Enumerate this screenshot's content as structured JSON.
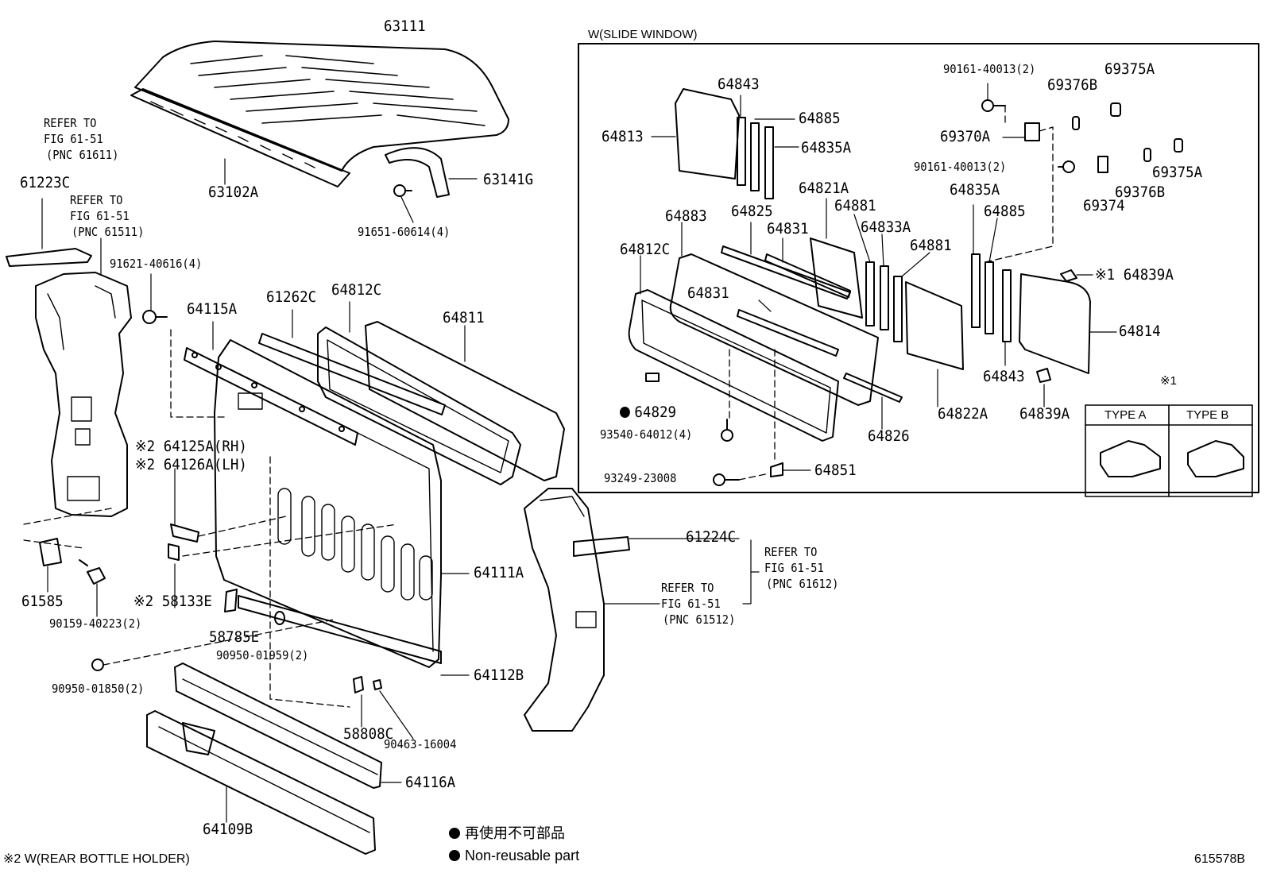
{
  "slide_window_header": "W(SLIDE WINDOW)",
  "type_box": {
    "mark": "※1",
    "type_a": "TYPE A",
    "type_b": "TYPE B"
  },
  "refs": {
    "r1": [
      "REFER TO",
      "FIG 61-51",
      "(PNC 61611)"
    ],
    "r2": [
      "REFER TO",
      "FIG 61-51",
      "(PNC 61511)"
    ],
    "r3": [
      "REFER TO",
      "FIG 61-51",
      "(PNC 61612)"
    ],
    "r4": [
      "REFER TO",
      "FIG 61-51",
      "(PNC 61512)"
    ]
  },
  "labels": {
    "p63111": "63111",
    "p63102A": "63102A",
    "p63141G": "63141G",
    "p91651": "91651-60614(4)",
    "p61223C": "61223C",
    "p91621": "91621-40616(4)",
    "p64115A": "64115A",
    "p61262C": "61262C",
    "p64812C_main": "64812C",
    "p64811": "64811",
    "p64125A": "※2 64125A(RH)",
    "p64126A": "※2 64126A(LH)",
    "p61585": "61585",
    "p90159": "90159-40223(2)",
    "p58133E": "※2 58133E",
    "p58785E": "58785E",
    "p90950a": "90950-01959(2)",
    "p64111A": "64111A",
    "p90950b": "90950-01850(2)",
    "p64112B": "64112B",
    "p58808C": "58808C",
    "p90463": "90463-16004",
    "p64116A": "64116A",
    "p64109B": "64109B",
    "p61224C": "61224C",
    "p64843a": "64843",
    "p64885a": "64885",
    "p64835Aa": "64835A",
    "p64813": "64813",
    "p64821A": "64821A",
    "p64883": "64883",
    "p64825": "64825",
    "p64881a": "64881",
    "p64831a": "64831",
    "p64833A": "64833A",
    "p64881b": "64881",
    "p64812C_sw": "64812C",
    "p64831b": "64831",
    "p64829": "64829",
    "p93540": "93540-64012(4)",
    "p93249": "93249-23008",
    "p64851": "64851",
    "p64826": "64826",
    "p64822A": "64822A",
    "p64835Ab": "64835A",
    "p64885b": "64885",
    "p64843b": "64843",
    "p64839Aa": "※1 64839A",
    "p64814": "64814",
    "p64839Ab": "64839A",
    "p90161a": "90161-40013(2)",
    "p69375Aa": "69375A",
    "p69376Ba": "69376B",
    "p69370A": "69370A",
    "p90161b": "90161-40013(2)",
    "p69375Ab": "69375A",
    "p69376Bb": "69376B",
    "p69374": "69374"
  },
  "legend": {
    "jp": "再使用不可部品",
    "en": "Non-reusable part"
  },
  "footnote": "※2 W(REAR BOTTLE HOLDER)",
  "diagram_id": "615578B"
}
